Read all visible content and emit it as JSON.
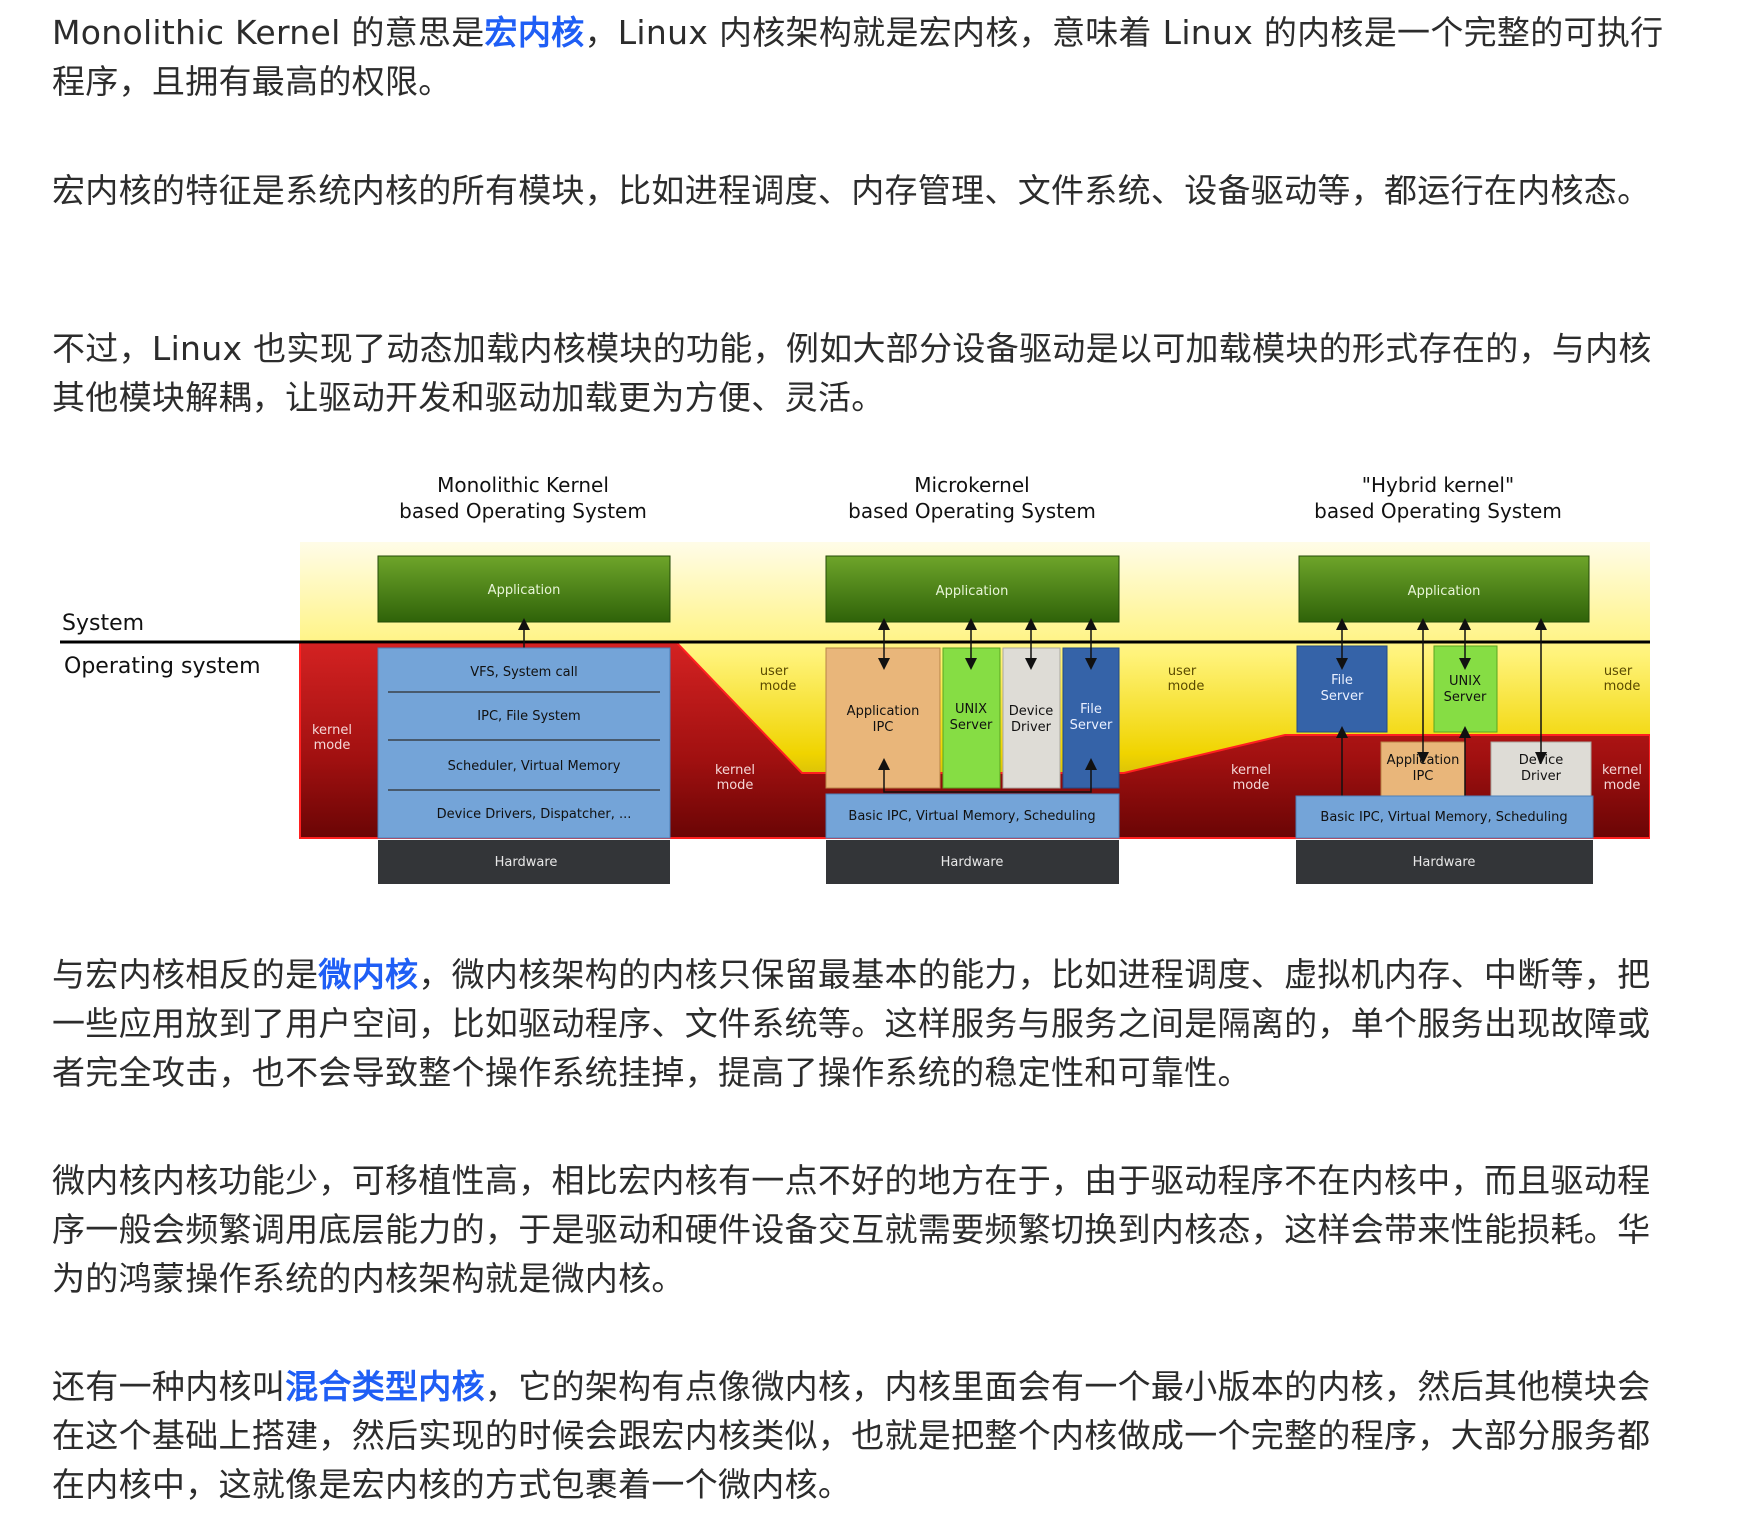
{
  "paragraphs": [
    {
      "before": "Monolithic Kernel 的意思是",
      "highlight": "宏内核",
      "after": "，Linux 内核架构就是宏内核，意味着 Linux 的内核是一个完整的可执行程序，且拥有最高的权限。"
    },
    {
      "before": "宏内核的特征是系统内核的所有模块，比如进程调度、内存管理、文件系统、设备驱动等，都运行在内核态。",
      "highlight": "",
      "after": ""
    },
    {
      "before": "不过，Linux 也实现了动态加载内核模块的功能，例如大部分设备驱动是以可加载模块的形式存在的，与内核其他模块解耦，让驱动开发和驱动加载更为方便、灵活。",
      "highlight": "",
      "after": ""
    },
    {
      "before": "与宏内核相反的是",
      "highlight": "微内核",
      "after": "，微内核架构的内核只保留最基本的能力，比如进程调度、虚拟机内存、中断等，把一些应用放到了用户空间，比如驱动程序、文件系统等。这样服务与服务之间是隔离的，单个服务出现故障或者完全攻击，也不会导致整个操作系统挂掉，提高了操作系统的稳定性和可靠性。"
    },
    {
      "before": "微内核内核功能少，可移植性高，相比宏内核有一点不好的地方在于，由于驱动程序不在内核中，而且驱动程序一般会频繁调用底层能力的，于是驱动和硬件设备交互就需要频繁切换到内核态，这样会带来性能损耗。华为的鸿蒙操作系统的内核架构就是微内核。",
      "highlight": "",
      "after": ""
    },
    {
      "before": "还有一种内核叫",
      "highlight": "混合类型内核",
      "after": "，它的架构有点像微内核，内核里面会有一个最小版本的内核，然后其他模块会在这个基础上搭建，然后实现的时候会跟宏内核类似，也就是把整个内核做成一个完整的程序，大部分服务都在内核中，这就像是宏内核的方式包裹着一个微内核。"
    }
  ],
  "diagram": {
    "system_label": "System",
    "os_label": "Operating system",
    "monolithic": {
      "title_line1": "Monolithic Kernel",
      "title_line2": "based Operating System",
      "application": "Application",
      "layers": [
        "VFS, System call",
        "IPC, File System",
        "Scheduler, Virtual Memory",
        "Device Drivers, Dispatcher, ..."
      ],
      "hardware": "Hardware",
      "kernel_mode": [
        "kernel",
        "mode"
      ]
    },
    "micro": {
      "title_line1": "Microkernel",
      "title_line2": "based Operating System",
      "application": "Application",
      "app_ipc": [
        "Application",
        "IPC"
      ],
      "unix_server": [
        "UNIX",
        "Server"
      ],
      "device_driver": [
        "Device",
        "Driver"
      ],
      "file_server": [
        "File",
        "Server"
      ],
      "basic": "Basic IPC, Virtual Memory, Scheduling",
      "hardware": "Hardware",
      "user_mode": [
        "user",
        "mode"
      ],
      "kernel_mode": [
        "kernel",
        "mode"
      ]
    },
    "hybrid": {
      "title_line1": "\"Hybrid kernel\"",
      "title_line2": "based Operating System",
      "application": "Application",
      "file_server": [
        "File",
        "Server"
      ],
      "unix_server": [
        "UNIX",
        "Server"
      ],
      "app_ipc": [
        "Application",
        "IPC"
      ],
      "device_driver": [
        "Device",
        "Driver"
      ],
      "basic": "Basic IPC, Virtual Memory, Scheduling",
      "hardware": "Hardware",
      "user_mode_right": [
        "user",
        "mode"
      ],
      "user_mode_mid": [
        "user",
        "mode"
      ],
      "kernel_mode_mid": [
        "kernel",
        "mode"
      ],
      "kernel_mode_right": [
        "kernel",
        "mode"
      ]
    }
  }
}
